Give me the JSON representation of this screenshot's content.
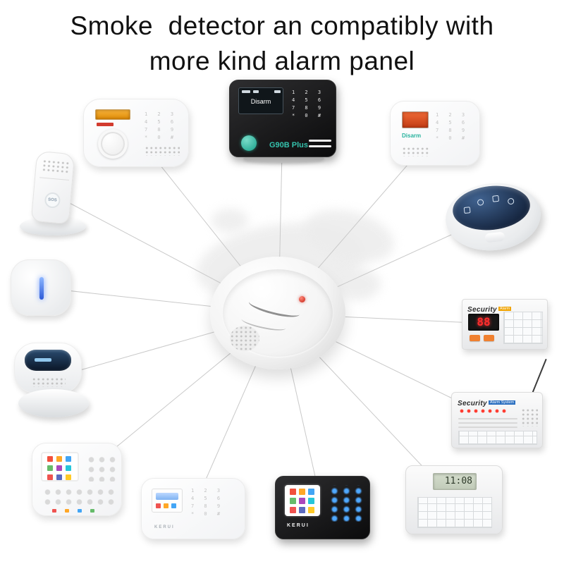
{
  "title": {
    "line1": "Smoke  detector an compatibly with",
    "line2": "more kind alarm panel"
  },
  "keypad": {
    "rows": [
      "1 2 3",
      "4 5 6",
      "7 8 9",
      "* 0 #"
    ]
  },
  "devices": {
    "g90b": {
      "status": "Disarm",
      "model": "G90B Plus"
    },
    "top_right_panel": {
      "status": "Disarm"
    },
    "security_mid": {
      "brand": "Security",
      "tag": "Alarm",
      "led": "88"
    },
    "security_low": {
      "brand": "Security",
      "tag": "Alarm System"
    },
    "lcd_panel": {
      "clock": "11:08"
    },
    "kerui_black": {
      "brand": "KERUI"
    },
    "kerui_white": {
      "brand": "KERUI"
    },
    "sos_remote": {
      "label": "SOS"
    }
  }
}
